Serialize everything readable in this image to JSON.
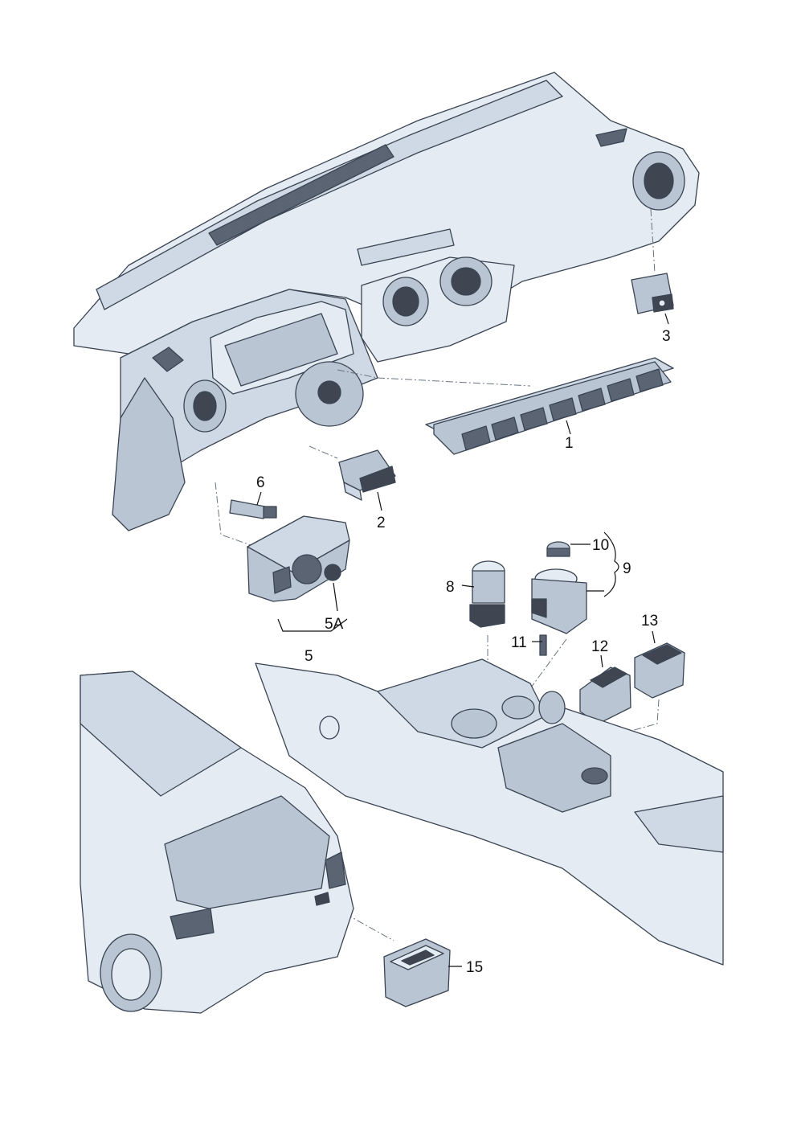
{
  "callouts": [
    {
      "id": "p1",
      "text": "1"
    },
    {
      "id": "p2",
      "text": "2"
    },
    {
      "id": "p3",
      "text": "3"
    },
    {
      "id": "p5",
      "text": "5"
    },
    {
      "id": "p5a",
      "text": "5A"
    },
    {
      "id": "p6",
      "text": "6"
    },
    {
      "id": "p8",
      "text": "8"
    },
    {
      "id": "p9",
      "text": "9"
    },
    {
      "id": "p10",
      "text": "10"
    },
    {
      "id": "p11",
      "text": "11"
    },
    {
      "id": "p12",
      "text": "12"
    },
    {
      "id": "p13",
      "text": "13"
    },
    {
      "id": "p15",
      "text": "15"
    }
  ],
  "colors": {
    "part_light": "#e4ebf3",
    "part_mid": "#cfd9e5",
    "part_shade": "#b9c5d3",
    "switch_dark": "#3f4652",
    "outline": "#3a4452"
  }
}
